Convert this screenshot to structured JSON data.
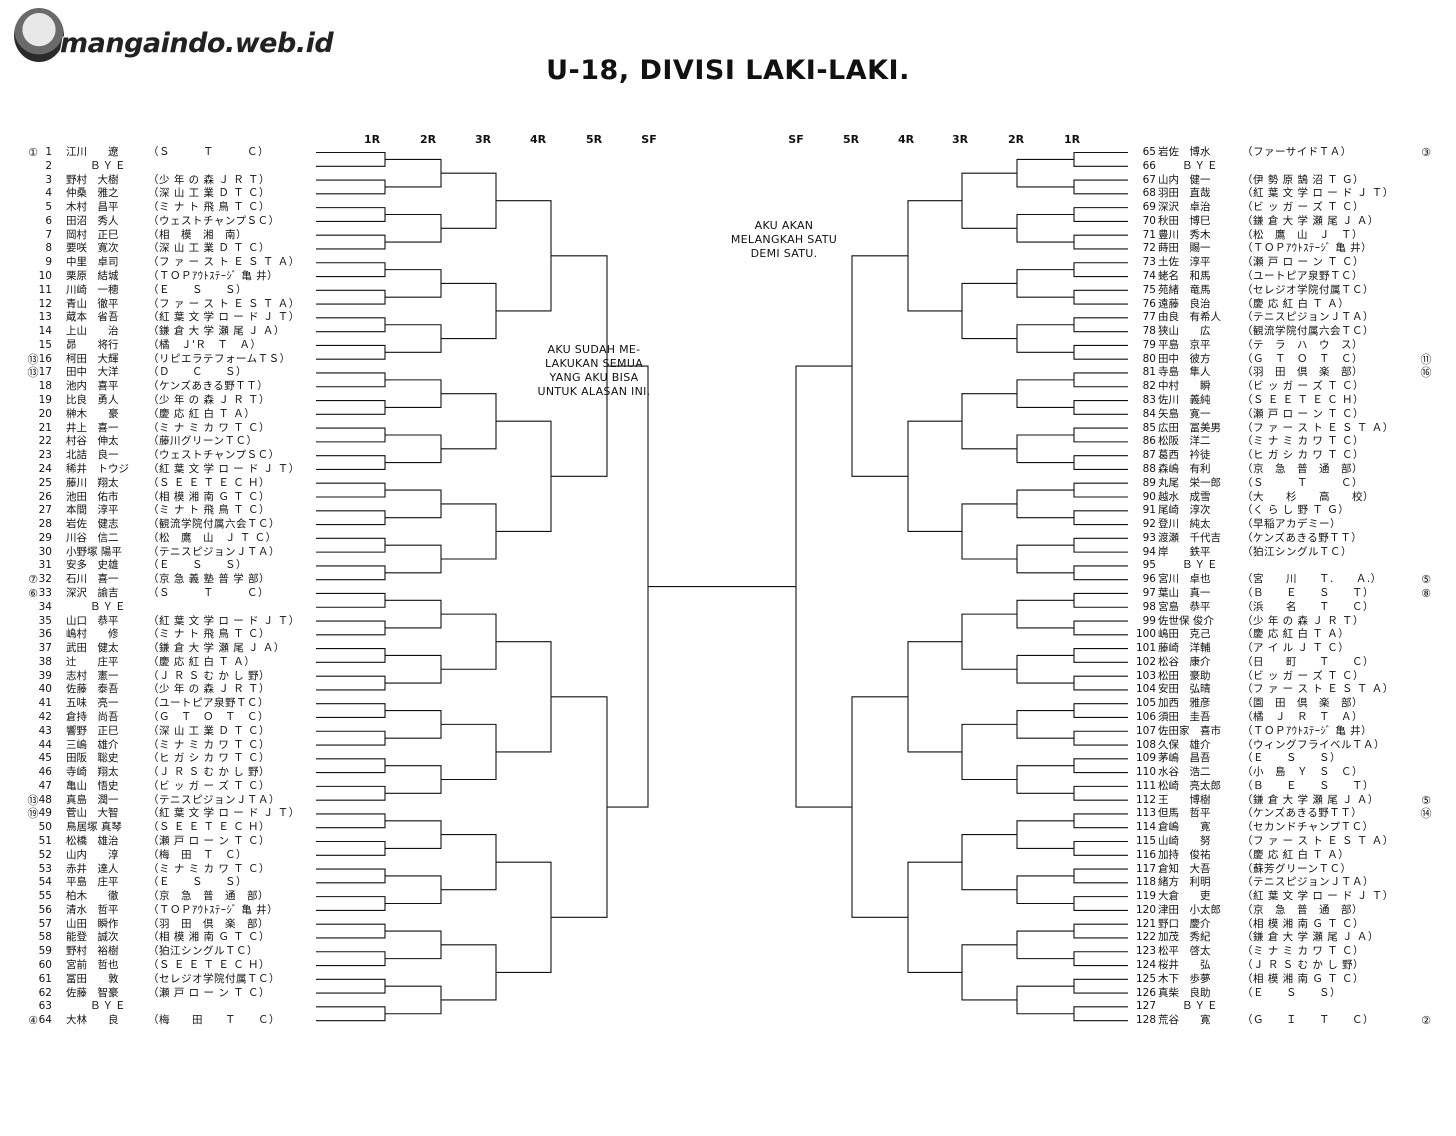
{
  "watermark": "mangaindo.web.id",
  "title": "U-18, DIVISI LAKI-LAKI.",
  "rounds_left": [
    "1R",
    "2R",
    "3R",
    "4R",
    "5R",
    "SF"
  ],
  "rounds_right": [
    "SF",
    "5R",
    "4R",
    "3R",
    "2R",
    "1R"
  ],
  "bubbles": {
    "left": "AKU SUDAH ME-\nLAKUKAN SEMUA\nYANG AKU BISA\nUNTUK ALASAN INI.",
    "right": "AKU AKAN\nMELANGKAH SATU\nDEMI SATU."
  },
  "left_entries": [
    {
      "n": "1",
      "name": "江川　　遼",
      "club": "（Ｓ　　　Ｔ　　　Ｃ）",
      "seed": "①"
    },
    {
      "n": "2",
      "name": "ＢＹＥ",
      "club": "",
      "bye": true
    },
    {
      "n": "3",
      "name": "野村　大樹",
      "club": "（少 年 の 森 Ｊ Ｒ Ｔ）"
    },
    {
      "n": "4",
      "name": "仲桑　雅之",
      "club": "（深 山 工 業 Ｄ Ｔ Ｃ）"
    },
    {
      "n": "5",
      "name": "木村　昌平",
      "club": "（ミ ナ ト 飛 鳥 Ｔ Ｃ）"
    },
    {
      "n": "6",
      "name": "田沼　秀人",
      "club": "（ウェストチャンプＳＣ）"
    },
    {
      "n": "7",
      "name": "岡村　正巳",
      "club": "（相　模　湘　南）"
    },
    {
      "n": "8",
      "name": "要咲　寛次",
      "club": "（深 山 工 業 Ｄ Ｔ Ｃ）"
    },
    {
      "n": "9",
      "name": "中里　卓司",
      "club": "（フ ァ ー ス ト Ｅ Ｓ Ｔ Ａ）"
    },
    {
      "n": "10",
      "name": "栗原　結城",
      "club": "（ＴＯＰｱｳﾄｽﾃｰｼﾞ 亀 井）"
    },
    {
      "n": "11",
      "name": "川崎　一穂",
      "club": "（Ｅ　　Ｓ　　Ｓ）"
    },
    {
      "n": "12",
      "name": "青山　徹平",
      "club": "（フ ァ ー ス ト Ｅ Ｓ Ｔ Ａ）"
    },
    {
      "n": "13",
      "name": "蔵本　省吾",
      "club": "（紅 葉 文 学 ロ ー ド Ｊ Ｔ）"
    },
    {
      "n": "14",
      "name": "上山　　治",
      "club": "（鎌 倉 大 学 瀬 尾 Ｊ Ａ）"
    },
    {
      "n": "15",
      "name": "昴　　将行",
      "club": "（橘　Ｊ'Ｒ　Ｔ　Ａ）"
    },
    {
      "n": "16",
      "name": "柯田　大輝",
      "club": "（リピエラテフォームＴＳ）",
      "seed": "⑬"
    },
    {
      "n": "17",
      "name": "田中　大洋",
      "club": "（Ｄ　　Ｃ　　Ｓ）",
      "seed": "⑬"
    },
    {
      "n": "18",
      "name": "池内　喜平",
      "club": "（ケンズあきる野ＴＴ）"
    },
    {
      "n": "19",
      "name": "比良　勇人",
      "club": "（少 年 の 森 Ｊ Ｒ Ｔ）"
    },
    {
      "n": "20",
      "name": "榊木　　豪",
      "club": "（慶 応 紅 白 Ｔ Ａ）"
    },
    {
      "n": "21",
      "name": "井上　喜一",
      "club": "（ミ ナ ミ カ ワ Ｔ Ｃ）"
    },
    {
      "n": "22",
      "name": "村谷　伸太",
      "club": "（藤川グリーンＴＣ）"
    },
    {
      "n": "23",
      "name": "北詰　良一",
      "club": "（ウェストチャンプＳＣ）"
    },
    {
      "n": "24",
      "name": "稀井　トウジ",
      "club": "（紅 葉 文 学 ロ ー ド Ｊ Ｔ）"
    },
    {
      "n": "25",
      "name": "藤川　翔太",
      "club": "（Ｓ Ｅ Ｅ Ｔ Ｅ Ｃ Ｈ）"
    },
    {
      "n": "26",
      "name": "池田　佑市",
      "club": "（相 模 湘 南 Ｇ Ｔ Ｃ）"
    },
    {
      "n": "27",
      "name": "本間　淳平",
      "club": "（ミ ナ ト 飛 鳥 Ｔ Ｃ）"
    },
    {
      "n": "28",
      "name": "岩佐　健志",
      "club": "（観流学院付属六会ＴＣ）"
    },
    {
      "n": "29",
      "name": "川谷　信二",
      "club": "（松　鷹　山　Ｊ Ｔ Ｃ）"
    },
    {
      "n": "30",
      "name": "小野塚 陽平",
      "club": "（テニスピジョンＪＴＡ）"
    },
    {
      "n": "31",
      "name": "安多　史雄",
      "club": "（Ｅ　　Ｓ　　Ｓ）"
    },
    {
      "n": "32",
      "name": "石川　喜一",
      "club": "（京 急 義 塾 普 学 部）",
      "seed": "⑦"
    },
    {
      "n": "33",
      "name": "深沢　諭吉",
      "club": "（Ｓ　　　Ｔ　　　Ｃ）",
      "seed": "⑥"
    },
    {
      "n": "34",
      "name": "ＢＹＥ",
      "club": "",
      "bye": true
    },
    {
      "n": "35",
      "name": "山口　恭平",
      "club": "（紅 葉 文 学 ロ ー ド Ｊ Ｔ）"
    },
    {
      "n": "36",
      "name": "嶋村　　修",
      "club": "（ミ ナ ト 飛 鳥 Ｔ Ｃ）"
    },
    {
      "n": "37",
      "name": "武田　健太",
      "club": "（鎌 倉 大 学 瀬 尾 Ｊ Ａ）"
    },
    {
      "n": "38",
      "name": "辻　　庄平",
      "club": "（慶 応 紅 白 Ｔ Ａ）"
    },
    {
      "n": "39",
      "name": "志村　憲一",
      "club": "（Ｊ Ｒ Ｓ む か し 野）"
    },
    {
      "n": "40",
      "name": "佐藤　泰吾",
      "club": "（少 年 の 森 Ｊ Ｒ Ｔ）"
    },
    {
      "n": "41",
      "name": "五味　亮一",
      "club": "（ユートピア泉野ＴＣ）"
    },
    {
      "n": "42",
      "name": "倉持　尚吾",
      "club": "（Ｇ　Ｔ　Ｏ　Ｔ　Ｃ）"
    },
    {
      "n": "43",
      "name": "響野　正巳",
      "club": "（深 山 工 業 Ｄ Ｔ Ｃ）"
    },
    {
      "n": "44",
      "name": "三嶋　雄介",
      "club": "（ミ ナ ミ カ ワ Ｔ Ｃ）"
    },
    {
      "n": "45",
      "name": "田阪　聡史",
      "club": "（ヒ ガ シ カ ワ Ｔ Ｃ）"
    },
    {
      "n": "46",
      "name": "寺崎　翔太",
      "club": "（Ｊ Ｒ Ｓ む か し 野）"
    },
    {
      "n": "47",
      "name": "亀山　悟史",
      "club": "（ビ ッ ガ ー ズ Ｔ Ｃ）"
    },
    {
      "n": "48",
      "name": "真島　潤一",
      "club": "（テニスピジョンＪＴＡ）",
      "seed": "⑬"
    },
    {
      "n": "49",
      "name": "菅山　大智",
      "club": "（紅 葉 文 学 ロ ー ド Ｊ Ｔ）",
      "seed": "⑲"
    },
    {
      "n": "50",
      "name": "鳥居塚 真琴",
      "club": "（Ｓ Ｅ Ｅ Ｔ Ｅ Ｃ Ｈ）"
    },
    {
      "n": "51",
      "name": "松橋　雄治",
      "club": "（瀬 戸 ロ ー ン Ｔ Ｃ）"
    },
    {
      "n": "52",
      "name": "山内　　淳",
      "club": "（梅　田　Ｔ　Ｃ）"
    },
    {
      "n": "53",
      "name": "赤井　達人",
      "club": "（ミ ナ ミ カ ワ Ｔ Ｃ）"
    },
    {
      "n": "54",
      "name": "平島　庄平",
      "club": "（Ｅ　　Ｓ　　Ｓ）"
    },
    {
      "n": "55",
      "name": "柏木　　徹",
      "club": "（京　急　普　通　部）"
    },
    {
      "n": "56",
      "name": "清水　哲平",
      "club": "（ＴＯＰｱｳﾄｽﾃｰｼﾞ 亀 井）"
    },
    {
      "n": "57",
      "name": "山田　瞬作",
      "club": "（羽　田　倶　楽　部）"
    },
    {
      "n": "58",
      "name": "能登　誠次",
      "club": "（相 模 湘 南 Ｇ Ｔ Ｃ）"
    },
    {
      "n": "59",
      "name": "野村　裕樹",
      "club": "（狛江シングルＴＣ）"
    },
    {
      "n": "60",
      "name": "宮前　哲也",
      "club": "（Ｓ Ｅ Ｅ Ｔ Ｅ Ｃ Ｈ）"
    },
    {
      "n": "61",
      "name": "冨田　　敦",
      "club": "（セレジオ学院付属ＴＣ）"
    },
    {
      "n": "62",
      "name": "佐藤　智豪",
      "club": "（瀬 戸 ロ ー ン Ｔ Ｃ）"
    },
    {
      "n": "63",
      "name": "ＢＹＥ",
      "club": "",
      "bye": true
    },
    {
      "n": "64",
      "name": "大林　　良",
      "club": "（梅　　田　　Ｔ　　Ｃ）",
      "seed": "④"
    }
  ],
  "right_entries": [
    {
      "n": "65",
      "name": "岩佐　博水",
      "club": "（ファーサイドＴＡ）",
      "seed": "③"
    },
    {
      "n": "66",
      "name": "ＢＹＥ",
      "club": "",
      "bye": true
    },
    {
      "n": "67",
      "name": "山内　健一",
      "club": "（伊 勢 原 鵠 沼 Ｔ Ｇ）"
    },
    {
      "n": "68",
      "name": "羽田　直哉",
      "club": "（紅 葉 文 学 ロ ー ド Ｊ Ｔ）"
    },
    {
      "n": "69",
      "name": "深沢　卓治",
      "club": "（ビ ッ ガ ー ズ Ｔ Ｃ）"
    },
    {
      "n": "70",
      "name": "秋田　博巳",
      "club": "（鎌 倉 大 学 瀬 尾 Ｊ Ａ）"
    },
    {
      "n": "71",
      "name": "豊川　秀木",
      "club": "（松　鷹　山　Ｊ　Ｔ）"
    },
    {
      "n": "72",
      "name": "蒔田　賜一",
      "club": "（ＴＯＰｱｳﾄｽﾃｰｼﾞ 亀 井）"
    },
    {
      "n": "73",
      "name": "土佐　淳平",
      "club": "（瀬 戸 ロ ー ン Ｔ Ｃ）"
    },
    {
      "n": "74",
      "name": "蛯名　和馬",
      "club": "（ユートピア泉野ＴＣ）"
    },
    {
      "n": "75",
      "name": "苑緒　竜馬",
      "club": "（セレジオ学院付属ＴＣ）"
    },
    {
      "n": "76",
      "name": "遠藤　良治",
      "club": "（慶 応 紅 白 Ｔ Ａ）"
    },
    {
      "n": "77",
      "name": "由良　有希人",
      "club": "（テニスピジョンＪＴＡ）"
    },
    {
      "n": "78",
      "name": "狭山　　広",
      "club": "（観流学院付属六会ＴＣ）"
    },
    {
      "n": "79",
      "name": "平島　京平",
      "club": "（テ　ラ　ハ　ウ　ス）"
    },
    {
      "n": "80",
      "name": "田中　彼方",
      "club": "（Ｇ　Ｔ　Ｏ　Ｔ　Ｃ）",
      "seed": "⑪"
    },
    {
      "n": "81",
      "name": "寺島　隼人",
      "club": "（羽　田　倶　楽　部）",
      "seed": "⑯"
    },
    {
      "n": "82",
      "name": "中村　　瞬",
      "club": "（ビ ッ ガ ー ズ Ｔ Ｃ）"
    },
    {
      "n": "83",
      "name": "佐川　義純",
      "club": "（Ｓ Ｅ Ｅ Ｔ Ｅ Ｃ Ｈ）"
    },
    {
      "n": "84",
      "name": "矢島　寛一",
      "club": "（瀬 戸 ロ ー ン Ｔ Ｃ）"
    },
    {
      "n": "85",
      "name": "広田　冨美男",
      "club": "（フ ァ ー ス ト Ｅ Ｓ Ｔ Ａ）"
    },
    {
      "n": "86",
      "name": "松阪　洋二",
      "club": "（ミ ナ ミ カ ワ Ｔ Ｃ）"
    },
    {
      "n": "87",
      "name": "葛西　衿徒",
      "club": "（ヒ ガ シ カ ワ Ｔ Ｃ）"
    },
    {
      "n": "88",
      "name": "森嶋　有利",
      "club": "（京　急　普　通　部）"
    },
    {
      "n": "89",
      "name": "丸尾　栄一郎",
      "club": "（Ｓ　　　Ｔ　　　Ｃ）"
    },
    {
      "n": "90",
      "name": "越水　成雪",
      "club": "（大　　杉　　高　　校）"
    },
    {
      "n": "91",
      "name": "尾崎　淳次",
      "club": "（く ら し 野 Ｔ Ｇ）"
    },
    {
      "n": "92",
      "name": "登川　純太",
      "club": "（早稲アカデミー）"
    },
    {
      "n": "93",
      "name": "渡瀬　千代吉",
      "club": "（ケンズあきる野ＴＴ）"
    },
    {
      "n": "94",
      "name": "岸　　鉄平",
      "club": "（狛江シングルＴＣ）"
    },
    {
      "n": "95",
      "name": "ＢＹＥ",
      "club": "",
      "bye": true
    },
    {
      "n": "96",
      "name": "宮川　卓也",
      "club": "（宮　　川　　Ｔ.　　Ａ.）",
      "seed": "⑤"
    },
    {
      "n": "97",
      "name": "葉山　真一",
      "club": "（Ｂ　　Ｅ　　Ｓ　　Ｔ）",
      "seed": "⑧"
    },
    {
      "n": "98",
      "name": "宮島　恭平",
      "club": "（浜　　名　　Ｔ　　Ｃ）"
    },
    {
      "n": "99",
      "name": "佐世保 俊介",
      "club": "（少 年 の 森 Ｊ Ｒ Ｔ）"
    },
    {
      "n": "100",
      "name": "嶋田　克己",
      "club": "（慶 応 紅 白 Ｔ Ａ）"
    },
    {
      "n": "101",
      "name": "藤崎　洋輔",
      "club": "（ア イ ル Ｊ Ｔ Ｃ）"
    },
    {
      "n": "102",
      "name": "松谷　康介",
      "club": "（日　　町　　Ｔ　　Ｃ）"
    },
    {
      "n": "103",
      "name": "松田　豪助",
      "club": "（ビ ッ ガ ー ズ Ｔ Ｃ）"
    },
    {
      "n": "104",
      "name": "安田　弘晴",
      "club": "（フ ァ ー ス ト Ｅ Ｓ Ｔ Ａ）"
    },
    {
      "n": "105",
      "name": "加西　雅彦",
      "club": "（園　田　倶　楽　部）"
    },
    {
      "n": "106",
      "name": "須田　圭吾",
      "club": "（橘　Ｊ　Ｒ　Ｔ　Ａ）"
    },
    {
      "n": "107",
      "name": "佐田家　喜市",
      "club": "（ＴＯＰｱｳﾄｽﾃｰｼﾞ 亀 井）"
    },
    {
      "n": "108",
      "name": "久保　雄介",
      "club": "（ウィングフライベルＴＡ）"
    },
    {
      "n": "109",
      "name": "茅嶋　昌吾",
      "club": "（Ｅ　　Ｓ　　Ｓ）"
    },
    {
      "n": "110",
      "name": "水谷　浩二",
      "club": "（小　島　Ｙ　Ｓ　Ｃ）"
    },
    {
      "n": "111",
      "name": "松崎　亮太郎",
      "club": "（Ｂ　　Ｅ　　Ｓ　　Ｔ）"
    },
    {
      "n": "112",
      "name": "王　　博樹",
      "club": "（鎌 倉 大 学 瀬 尾 Ｊ Ａ）",
      "seed": "⑤"
    },
    {
      "n": "113",
      "name": "但馬　哲平",
      "club": "（ケンズあきる野ＴＴ）",
      "seed": "⑭"
    },
    {
      "n": "114",
      "name": "倉嶋　　寛",
      "club": "（セカンドチャンプＴＣ）"
    },
    {
      "n": "115",
      "name": "山崎　　努",
      "club": "（フ ァ ー ス ト Ｅ Ｓ Ｔ Ａ）"
    },
    {
      "n": "116",
      "name": "加持　俊祐",
      "club": "（慶 応 紅 白 Ｔ Ａ）"
    },
    {
      "n": "117",
      "name": "倉知　大吾",
      "club": "（蘇芳グリーンＴＣ）"
    },
    {
      "n": "118",
      "name": "緒方　利明",
      "club": "（テニスピジョンＪＴＡ）"
    },
    {
      "n": "119",
      "name": "大倉　　吏",
      "club": "（紅 葉 文 学 ロ ー ド Ｊ Ｔ）"
    },
    {
      "n": "120",
      "name": "津田　小太郎",
      "club": "（京　急　普　通　部）"
    },
    {
      "n": "121",
      "name": "野口　慶介",
      "club": "（相 模 湘 南 Ｇ Ｔ Ｃ）"
    },
    {
      "n": "122",
      "name": "加茂　秀紀",
      "club": "（鎌 倉 大 学 瀬 尾 Ｊ Ａ）"
    },
    {
      "n": "123",
      "name": "松平　啓太",
      "club": "（ミ ナ ミ カ ワ Ｔ Ｃ）"
    },
    {
      "n": "124",
      "name": "桜井　　弘",
      "club": "（Ｊ Ｒ Ｓ む か し 野）"
    },
    {
      "n": "125",
      "name": "木下　歩夢",
      "club": "（相 模 湘 南 Ｇ Ｔ Ｃ）"
    },
    {
      "n": "126",
      "name": "真柴　良助",
      "club": "（Ｅ　　Ｓ　　Ｓ）"
    },
    {
      "n": "127",
      "name": "ＢＹＥ",
      "club": "",
      "bye": true
    },
    {
      "n": "128",
      "name": "荒谷　　寛",
      "club": "（Ｇ　　Ｉ　　Ｔ　　Ｃ）",
      "seed": "②"
    }
  ]
}
